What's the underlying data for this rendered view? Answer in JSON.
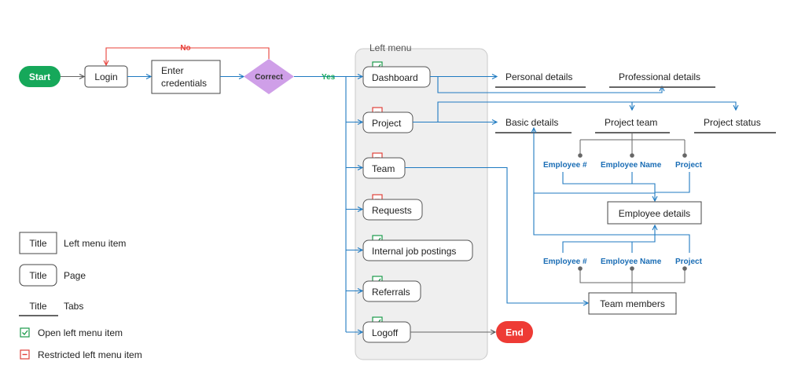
{
  "start": "Start",
  "login": "Login",
  "enter_credentials": [
    "Enter",
    "credentials"
  ],
  "decision": "Correct",
  "no_label": "No",
  "yes_label": "Yes",
  "left_menu_title": "Left menu",
  "menu_items": [
    {
      "label": "Dashboard",
      "status": "open"
    },
    {
      "label": "Project",
      "status": "restricted"
    },
    {
      "label": "Team",
      "status": "restricted"
    },
    {
      "label": "Requests",
      "status": "restricted"
    },
    {
      "label": "Internal job postings",
      "status": "open"
    },
    {
      "label": "Referrals",
      "status": "open"
    },
    {
      "label": "Logoff",
      "status": "open"
    }
  ],
  "end": "End",
  "tabs": {
    "personal_details": "Personal details",
    "professional_details": "Professional details",
    "basic_details": "Basic details",
    "project_team": "Project team",
    "project_status": "Project status"
  },
  "fields_top": [
    "Employee #",
    "Employee  Name",
    "Project"
  ],
  "fields_bottom": [
    "Employee #",
    "Employee  Name",
    "Project"
  ],
  "employee_details": "Employee details",
  "team_members": "Team members",
  "legend": {
    "title_word": "Title",
    "left_menu_item": "Left menu item",
    "page": "Page",
    "tabs": "Tabs",
    "open_item": "Open left menu item",
    "restricted_item": "Restricted left menu item"
  },
  "colors": {
    "start": "#16a85a",
    "end": "#ee3b35",
    "decision": "#cf9fe8",
    "flow": "#1f7ac1",
    "no_path": "#e8413a",
    "open_icon": "#1a9a4a",
    "restricted_icon": "#e0413a",
    "menu_panel": "#efefef"
  }
}
